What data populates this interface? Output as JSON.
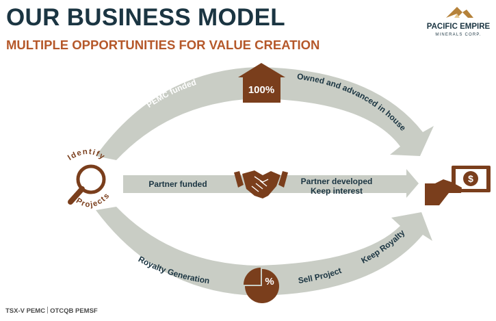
{
  "header": {
    "title": "OUR BUSINESS MODEL",
    "subtitle": "MULTIPLE OPPORTUNITIES FOR VALUE CREATION"
  },
  "logo": {
    "name": "PACIFIC EMPIRE",
    "tagline": "MINERALS CORP."
  },
  "diagram": {
    "identify": {
      "top_text": "Identify",
      "bottom_text": "Projects"
    },
    "top_arc": {
      "left_label": "PEMC funded",
      "right_label": "Owned and advanced in house",
      "badge": "100%"
    },
    "middle": {
      "left_label": "Partner funded",
      "right_label_line1": "Partner developed",
      "right_label_line2": "Keep interest"
    },
    "bottom_arc": {
      "left_label": "Royalty Generation",
      "right_label_1": "Sell Project",
      "right_label_2": "Keep Royalty",
      "badge": "%"
    }
  },
  "footer": {
    "exchange1": "TSX-V  PEMC",
    "exchange2": "OTCQB  PEMSF"
  },
  "colors": {
    "arc": "#c9cdc5",
    "brown": "#7a3e1c",
    "navy": "#1b3542",
    "accent": "#b5582a"
  }
}
